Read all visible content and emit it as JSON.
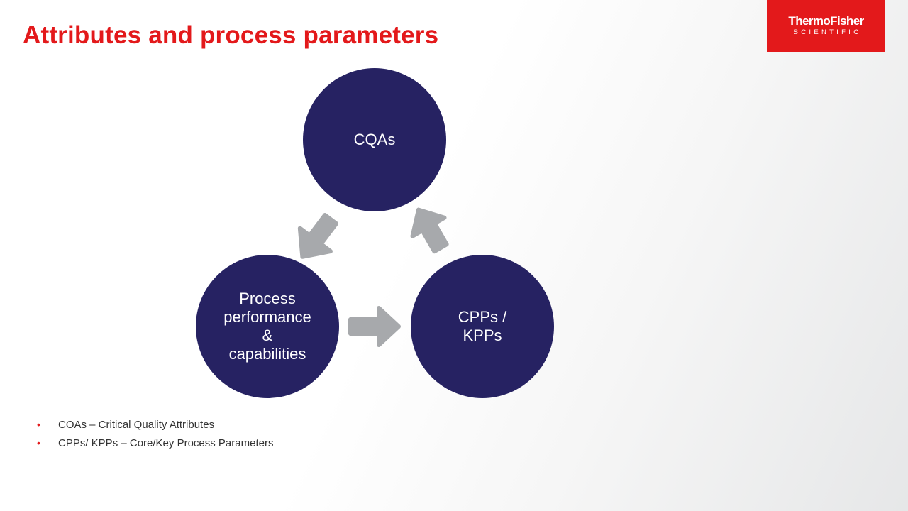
{
  "slide": {
    "title": "Attributes and process parameters"
  },
  "logo": {
    "line1": "ThermoFisher",
    "line2": "SCIENTIFIC",
    "background": "#e3191b"
  },
  "diagram": {
    "nodes": [
      {
        "id": "cqas",
        "lines": [
          "CQAs"
        ]
      },
      {
        "id": "cpps",
        "lines": [
          "CPPs /",
          "KPPs"
        ]
      },
      {
        "id": "process",
        "lines": [
          "Process",
          "performance",
          "&",
          "capabilities"
        ]
      }
    ],
    "edges": [
      {
        "from": "cqas",
        "to": "process"
      },
      {
        "from": "process",
        "to": "cpps"
      },
      {
        "from": "cpps",
        "to": "cqas"
      }
    ],
    "node_color": "#262262",
    "arrow_color": "#a7a9ac",
    "accent": "#e3191b"
  },
  "notes": [
    {
      "bullet": "•",
      "text": "COAs – Critical Quality Attributes"
    },
    {
      "bullet": "•",
      "text": "CPPs/ KPPs – Core/Key Process Parameters"
    }
  ]
}
